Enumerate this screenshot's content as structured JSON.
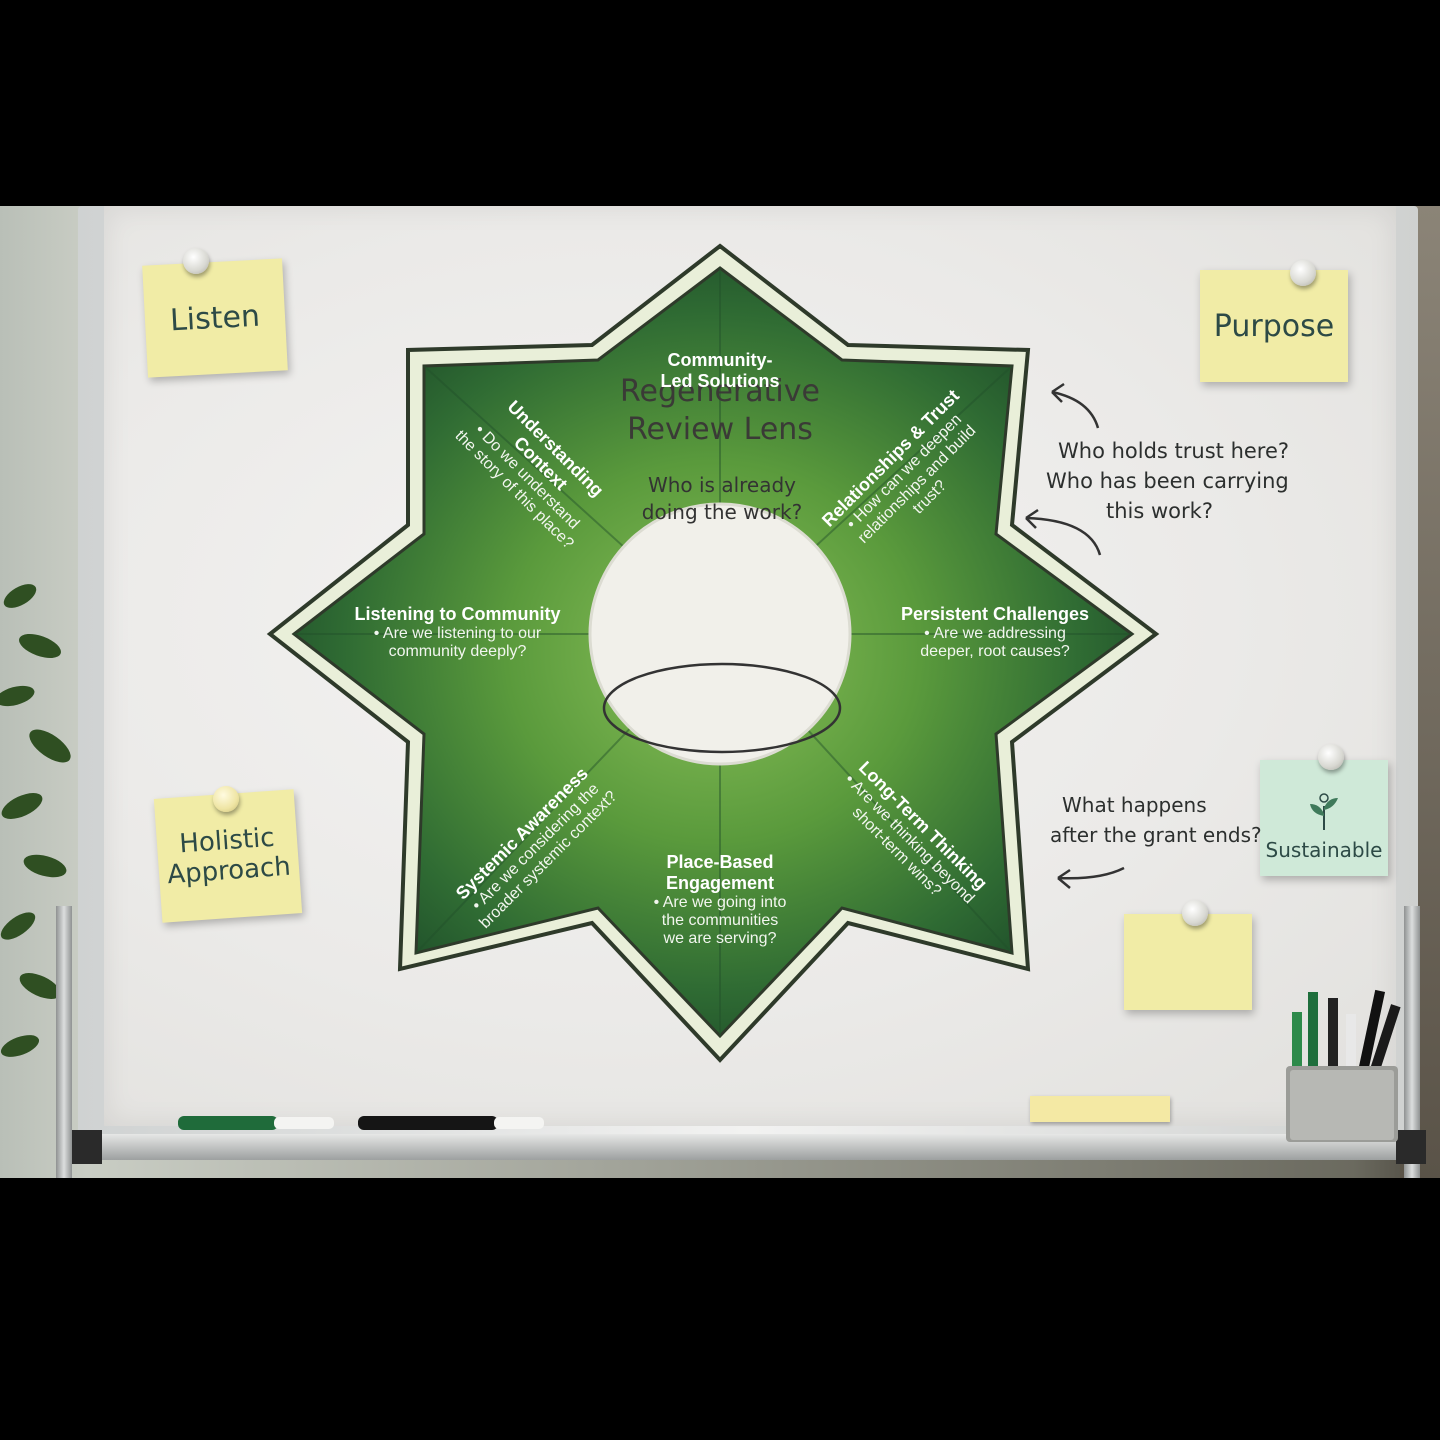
{
  "center": {
    "title_line1": "Regenerative",
    "title_line2": "Review Lens",
    "question_line1": "Who is already",
    "question_line2": "doing the work?"
  },
  "petals": {
    "community_led": {
      "title_line1": "Community-",
      "title_line2": "Led Solutions"
    },
    "relationships": {
      "title": "Relationships & Trust",
      "body_line1": "• How can we deepen",
      "body_line2": "relationships and build",
      "body_line3": "trust?"
    },
    "persistent": {
      "title": "Persistent Challenges",
      "body_line1": "• Are we addressing",
      "body_line2": "deeper, root causes?"
    },
    "long_term": {
      "title": "Long-Term Thinking",
      "body_line1": "• Are we thinking beyond",
      "body_line2": "short-term wins?"
    },
    "place_based": {
      "title_line1": "Place-Based",
      "title_line2": "Engagement",
      "body_line1": "• Are we going into",
      "body_line2": "the communities",
      "body_line3": "we are serving?"
    },
    "systemic": {
      "title": "Systemic Awareness",
      "body_line1": "• Are we considering the",
      "body_line2": "broader systemic context?"
    },
    "listening": {
      "title": "Listening to Community",
      "body_line1": "• Are we listening to our",
      "body_line2": "community deeply?"
    },
    "understanding": {
      "title_line1": "Understanding",
      "title_line2": "Context",
      "body_line1": "• Do we understand",
      "body_line2": "the story of this place?"
    }
  },
  "stickies": {
    "listen": "Listen",
    "purpose": "Purpose",
    "holistic_line1": "Holistic",
    "holistic_line2": "Approach",
    "sustainable": "Sustainable"
  },
  "notes": {
    "trust_line1": "Who holds trust here?",
    "trust_line2": "Who has been carrying",
    "trust_line3": "this work?",
    "grant_line1": "What happens",
    "grant_line2": "after the grant ends?"
  },
  "colors": {
    "petal_dark": "#2f6b33",
    "petal_light": "#7fb24a",
    "outline": "#2e3a2a",
    "sticky_yellow": "#f1eca6",
    "sticky_teal": "#cfe9d8"
  }
}
